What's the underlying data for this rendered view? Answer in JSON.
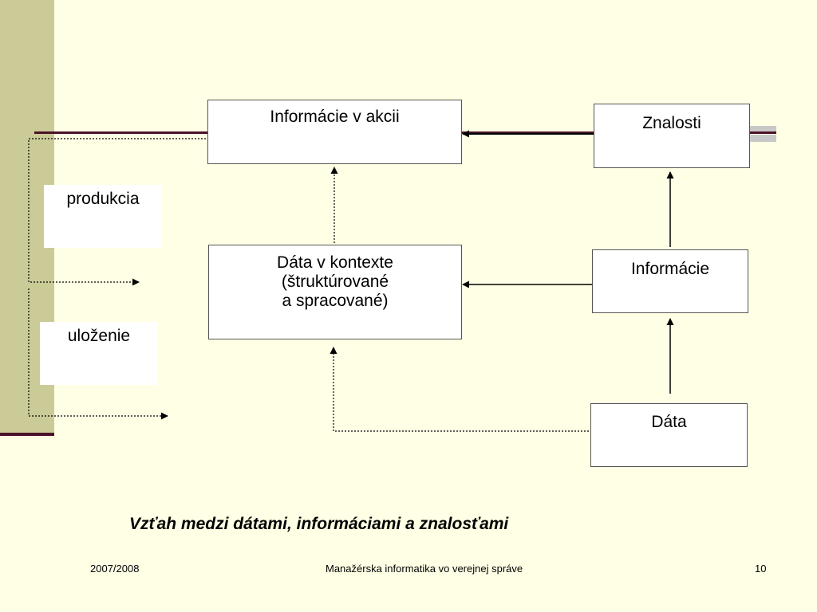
{
  "diagram": {
    "boxes": {
      "informacie_v_akcii": "Informácie v akcii",
      "znalosti": "Znalosti",
      "data_v_kontexte": [
        "Dáta v kontexte",
        "(štruktúrované",
        "a spracované)"
      ],
      "informacie": "Informácie",
      "data": "Dáta"
    },
    "side_labels": {
      "produkcia": "produkcia",
      "ulozenie": "uloženie"
    },
    "caption": "Vzťah medzi dátami, informáciami a znalosťami"
  },
  "footer": {
    "date": "2007/2008",
    "title": "Manažérska informatika vo verejnej správe",
    "page": "10"
  },
  "colors": {
    "background": "#FFFFE5",
    "sidebar": "#CBCB98",
    "accent_line": "#4A1228",
    "deco_gray": "#C8C8C8"
  }
}
